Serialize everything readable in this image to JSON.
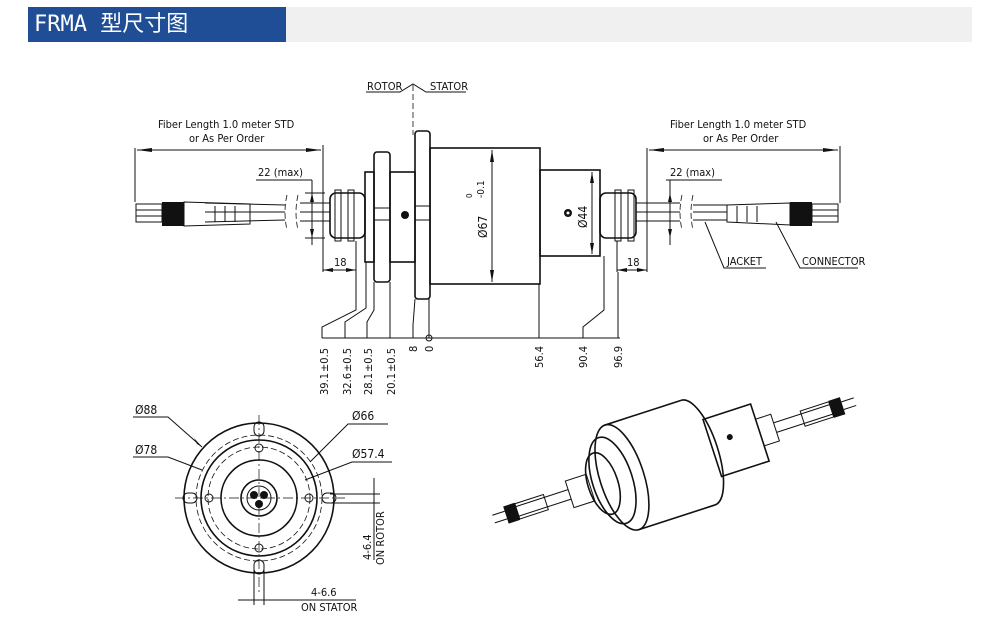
{
  "header": {
    "title": "FRMA 型尺寸图",
    "accent_color": "#1f4e96",
    "bar_color": "#f0f0f0"
  },
  "side_view": {
    "rotor_label": "ROTOR",
    "stator_label": "STATOR",
    "fiber_length_left": [
      "Fiber Length 1.0 meter STD",
      "or As Per Order"
    ],
    "fiber_length_right": [
      "Fiber Length 1.0 meter STD",
      "or As Per Order"
    ],
    "gland_left": "22 (max)",
    "gland_right": "22 (max)",
    "gland_len_left": "18",
    "gland_len_right": "18",
    "body_diameter": "Ø67",
    "body_tol_upper": "0",
    "body_tol_lower": "-0.1",
    "shaft_diameter": "Ø44",
    "jacket_label": "JACKET",
    "connector_label": "CONNECTOR",
    "dims_left": [
      {
        "value": "39.1",
        "tol": "±0.5"
      },
      {
        "value": "32.6",
        "tol": "±0.5"
      },
      {
        "value": "28.1",
        "tol": "±0.5"
      },
      {
        "value": "20.1",
        "tol": "±0.5"
      },
      {
        "value": "8",
        "tol": ""
      },
      {
        "value": "0",
        "tol": ""
      }
    ],
    "dims_right": [
      "56.4",
      "90.4",
      "96.9"
    ]
  },
  "front_view": {
    "d88": "Ø88",
    "d78": "Ø78",
    "d66": "Ø66",
    "d574": "Ø57.4",
    "rotor_holes": "4-6.4",
    "rotor_holes_note": "ON ROTOR",
    "stator_holes": "4-6.6",
    "stator_holes_note": "ON STATOR"
  },
  "iso_view": {
    "icon": "slip-ring-isometric-icon"
  }
}
